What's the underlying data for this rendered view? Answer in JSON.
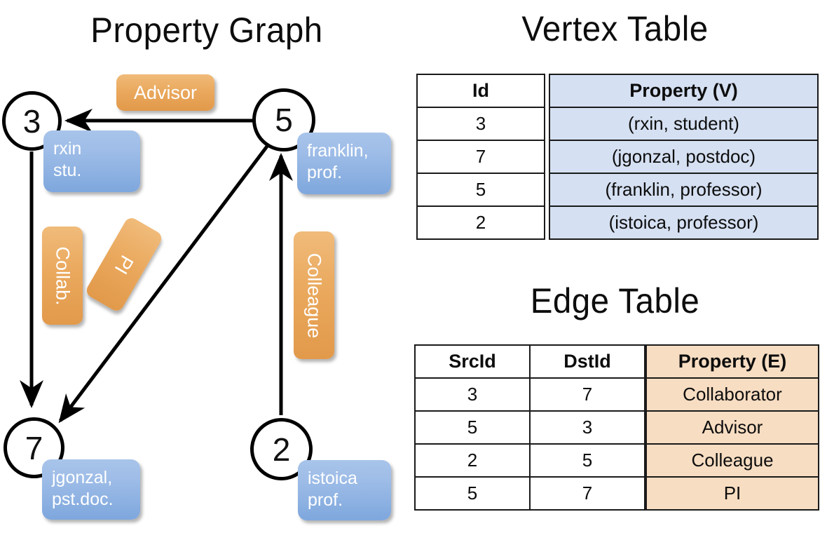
{
  "titles": {
    "property_graph": "Property Graph",
    "vertex_table": "Vertex Table",
    "edge_table": "Edge Table"
  },
  "colors": {
    "vertex_property_fill": "#d5e0f2",
    "edge_property_fill": "#f7ddc2",
    "node_box_blue": "#9dbce7",
    "edge_label_orange": "#eaa95e",
    "stroke": "#000000"
  },
  "graph": {
    "nodes": [
      {
        "id": "3",
        "property": "rxin\nstu."
      },
      {
        "id": "5",
        "property": "franklin,\nprof."
      },
      {
        "id": "7",
        "property": "jgonzal,\npst.doc."
      },
      {
        "id": "2",
        "property": "istoica\nprof."
      }
    ],
    "edge_labels": [
      {
        "name": "advisor",
        "text": "Advisor",
        "orientation": "horizontal"
      },
      {
        "name": "collab",
        "text": "Collab.",
        "orientation": "vertical"
      },
      {
        "name": "pi",
        "text": "PI",
        "orientation": "vertical-rotated"
      },
      {
        "name": "colleague",
        "text": "Colleague",
        "orientation": "vertical"
      }
    ],
    "edges": [
      {
        "src": "5",
        "dst": "3",
        "label": "Advisor"
      },
      {
        "src": "3",
        "dst": "7",
        "label": "Collab."
      },
      {
        "src": "5",
        "dst": "7",
        "label": "PI"
      },
      {
        "src": "2",
        "dst": "5",
        "label": "Colleague"
      }
    ]
  },
  "vertex_table": {
    "headers": {
      "id": "Id",
      "property": "Property (V)"
    },
    "rows": [
      {
        "id": "3",
        "property": "(rxin, student)"
      },
      {
        "id": "7",
        "property": "(jgonzal, postdoc)"
      },
      {
        "id": "5",
        "property": "(franklin, professor)"
      },
      {
        "id": "2",
        "property": "(istoica, professor)"
      }
    ]
  },
  "edge_table": {
    "headers": {
      "src": "SrcId",
      "dst": "DstId",
      "property": "Property (E)"
    },
    "rows": [
      {
        "src": "3",
        "dst": "7",
        "property": "Collaborator"
      },
      {
        "src": "5",
        "dst": "3",
        "property": "Advisor"
      },
      {
        "src": "2",
        "dst": "5",
        "property": "Colleague"
      },
      {
        "src": "5",
        "dst": "7",
        "property": "PI"
      }
    ]
  }
}
